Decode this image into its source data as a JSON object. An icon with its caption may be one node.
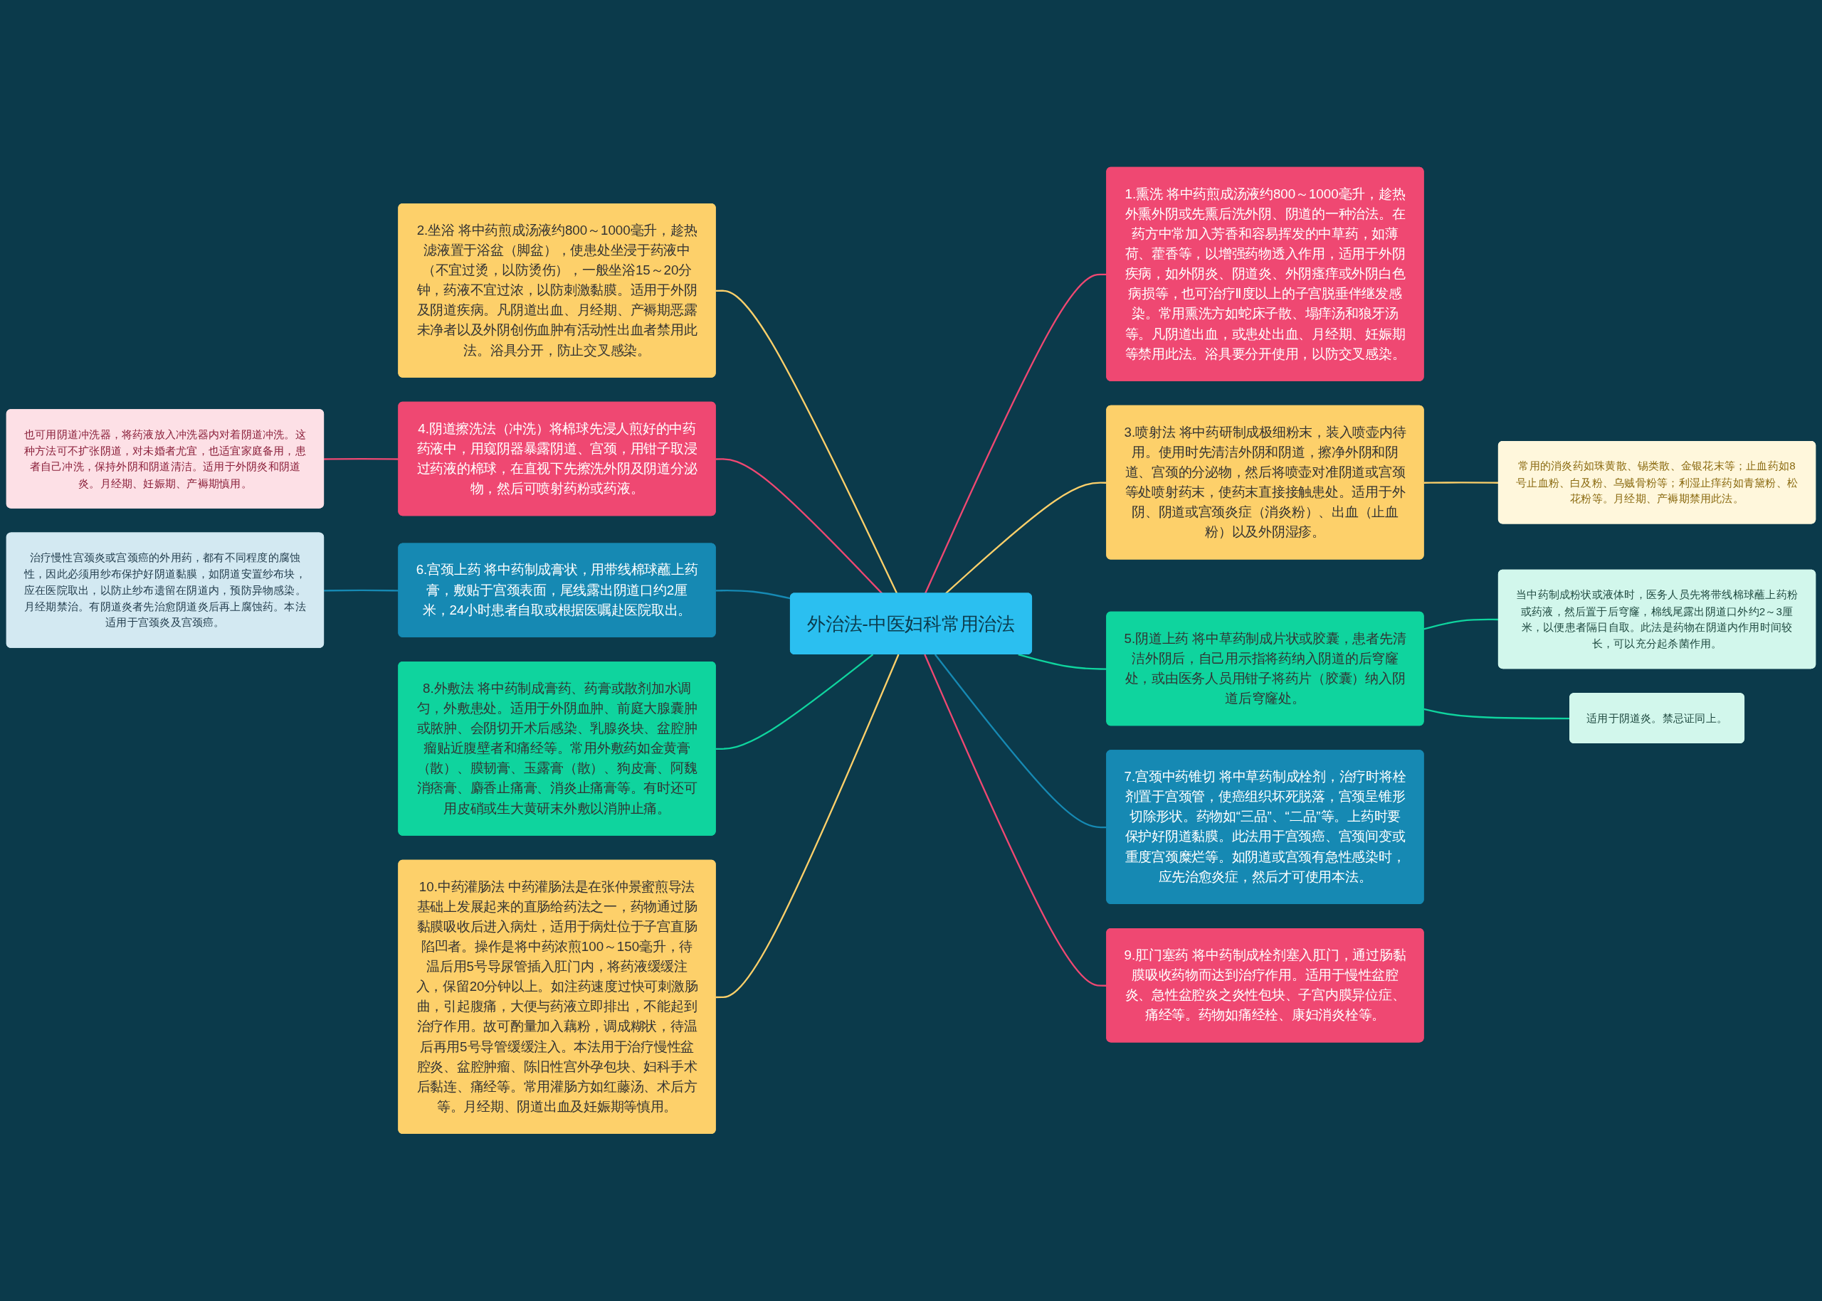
{
  "diagram": {
    "nodes": [
      {
        "text": [
          "外治法-中医妇科常用治法"
        ]
      },
      {
        "text": [
          "1.熏洗 将中药煎成汤液约800～1000毫升，趁热外熏外阴或先熏后洗外阴、阴道的一种治法。在药方中常加入芳香和容易挥发的中草药，如薄荷、藿香等，以增强药物透入作用，适用于外阴疾病，如外阴炎、阴道炎、外阴瘙痒或外阴白色病损等，也可治疗Ⅱ度以上的子宫脱垂伴继发感染。常用熏洗方如蛇床子散、塌痒汤和狼牙汤等。凡阴道出血，或患处出血、月经期、妊娠期等禁用此法。浴具要分开使用，以防交叉感染。"
        ]
      },
      {
        "text": [
          "2.坐浴 将中药煎成汤液约800～1000毫升，趁热滤液置于浴盆（脚盆），使患处坐浸于药液中（不宜过烫，以防烫伤），一般坐浴15～20分钟，药液不宜过浓，以防刺激黏膜。适用于外阴及阴道疾病。凡阴道出血、月经期、产褥期恶露未净者以及外阴创伤血肿有活动性出血者禁用此法。浴具分开，防止交叉感染。"
        ]
      },
      {
        "text": [
          "3.喷射法 将中药研制成极细粉末，装入喷壶内待用。使用时先清洁外阴和阴道，擦净外阴和阴道、宫颈的分泌物，然后将喷壶对准阴道或宫颈等处喷射药末，使药末直接接触患处。适用于外阴、阴道或宫颈炎症（消炎粉）、出血（止血粉）以及外阴湿疹。"
        ]
      },
      {
        "text": [
          "常用的消炎药如珠黄散、锡类散、金银花末等；止血药如8号止血粉、白及粉、乌贼骨粉等；利湿止痒药如青黛粉、松花粉等。月经期、产褥期禁用此法。"
        ]
      },
      {
        "text": [
          "4.阴道擦洗法（冲洗）将棉球先浸人煎好的中药药液中，用窥阴器暴露阴道、宫颈，用钳子取浸过药液的棉球，在直视下先擦洗外阴及阴道分泌物，然后可喷射药粉或药液。"
        ]
      },
      {
        "text": [
          "也可用阴道冲洗器，将药液放入冲洗器内对着阴道冲洗。这种方法可不扩张阴道，对未婚者尤宜，也适宜家庭备用，患者自己冲洗，保持外阴和阴道清洁。适用于外阴炎和阴道炎。月经期、妊娠期、产褥期慎用。"
        ]
      },
      {
        "text": [
          "5.阴道上药 将中草药制成片状或胶囊，患者先清洁外阴后，自己用示指将药纳入阴道的后穹窿处，或由医务人员用钳子将药片（胶囊）纳入阴道后穹窿处。"
        ]
      },
      {
        "text": [
          "当中药制成粉状或液体时，医务人员先将带线棉球蘸上药粉或药液，然后置于后穹窿，棉线尾露出阴道口外约2～3厘米，以便患者隔日自取。此法是药物在阴道内作用时间较长，可以充分起杀菌作用。"
        ]
      },
      {
        "text": [
          "适用于阴道炎。禁忌证同上。"
        ]
      },
      {
        "text": [
          "6.宫颈上药 将中药制成膏状，用带线棉球蘸上药膏，敷贴于宫颈表面，尾线露出阴道口约2厘米，24小时患者自取或根据医嘱赴医院取出。"
        ]
      },
      {
        "text": [
          "治疗慢性宫颈炎或宫颈癌的外用药，都有不同程度的腐蚀性，因此必须用纱布保护好阴道黏膜，如阴道安置纱布块，应在医院取出，以防止纱布遗留在阴道内，预防异物感染。月经期禁治。有阴道炎者先治愈阴道炎后再上腐蚀药。本法适用于宫颈炎及宫颈癌。"
        ]
      },
      {
        "text": [
          "7.宫颈中药锥切 将中草药制成栓剂，治疗时将栓剂置于宫颈管，使癌组织坏死脱落，宫颈呈锥形切除形状。药物如“三品”、“二品”等。上药时要保护好阴道黏膜。此法用于宫颈癌、宫颈间变或重度宫颈糜烂等。如阴道或宫颈有急性感染时，应先治愈炎症，然后才可使用本法。"
        ]
      },
      {
        "text": [
          "8.外敷法 将中药制成膏药、药膏或散剂加水调匀，外敷患处。适用于外阴血肿、前庭大腺囊肿或脓肿、会阴切开术后感染、乳腺炎块、盆腔肿瘤贴近腹壁者和痛经等。常用外敷药如金黄膏（散）、膜韧膏、玉露膏（散）、狗皮膏、阿魏消痞膏、麝香止痛膏、消炎止痛膏等。有时还可用皮硝或生大黄研末外敷以消肿止痛。"
        ]
      },
      {
        "text": [
          "9.肛门塞药 将中药制成栓剂塞入肛门，通过肠黏膜吸收药物而达到治疗作用。适用于慢性盆腔炎、急性盆腔炎之炎性包块、子宫内膜异位症、痛经等。药物如痛经栓、康妇消炎栓等。"
        ]
      },
      {
        "text": [
          "10.中药灌肠法 中药灌肠法是在张仲景蜜煎导法基础上发展起来的直肠给药法之一，药物通过肠黏膜吸收后进入病灶，适用于病灶位于子宫直肠陷凹者。操作是将中药浓煎100～150毫升，待温后用5号导尿管插入肛门内，将药液缓缓注入，保留20分钟以上。如注药速度过快可刺激肠曲，引起腹痛，大便与药液立即排出，不能起到治疗作用。故可酌量加入藕粉，调成糊状，待温后再用5号导管缓缓注入。本法用于治疗慢性盆腔炎、盆腔肿瘤、陈旧性宫外孕包块、妇科手术后黏连、痛经等。常用灌肠方如红藤汤、术后方等。月经期、阴道出血及妊娠期等慎用。"
        ]
      }
    ],
    "edges": [
      {
        "from": 0,
        "to": 1,
        "arrow": "none",
        "color": "#ef4872"
      },
      {
        "from": 2,
        "to": 0,
        "arrow": "none",
        "color": "#fdd06a"
      },
      {
        "from": 0,
        "to": 3,
        "arrow": "none",
        "color": "#fdd06a"
      },
      {
        "from": 3,
        "to": 4,
        "arrow": "none",
        "color": "#fdd06a"
      },
      {
        "from": 5,
        "to": 0,
        "arrow": "none",
        "color": "#ef4872"
      },
      {
        "from": 6,
        "to": 5,
        "arrow": "none",
        "color": "#ef4872"
      },
      {
        "from": 0,
        "to": 7,
        "arrow": "none",
        "color": "#0fd49e"
      },
      {
        "from": 7,
        "to": 8,
        "arrow": "none",
        "color": "#0fd49e"
      },
      {
        "from": 7,
        "to": 9,
        "arrow": "none",
        "color": "#0fd49e"
      },
      {
        "from": 10,
        "to": 0,
        "arrow": "none",
        "color": "#1689b3"
      },
      {
        "from": 11,
        "to": 10,
        "arrow": "none",
        "color": "#1689b3"
      },
      {
        "from": 0,
        "to": 12,
        "arrow": "none",
        "color": "#1689b3"
      },
      {
        "from": 13,
        "to": 0,
        "arrow": "none",
        "color": "#0fd49e"
      },
      {
        "from": 0,
        "to": 14,
        "arrow": "none",
        "color": "#ef4872"
      },
      {
        "from": 15,
        "to": 0,
        "arrow": "none",
        "color": "#fdd06a"
      }
    ]
  }
}
